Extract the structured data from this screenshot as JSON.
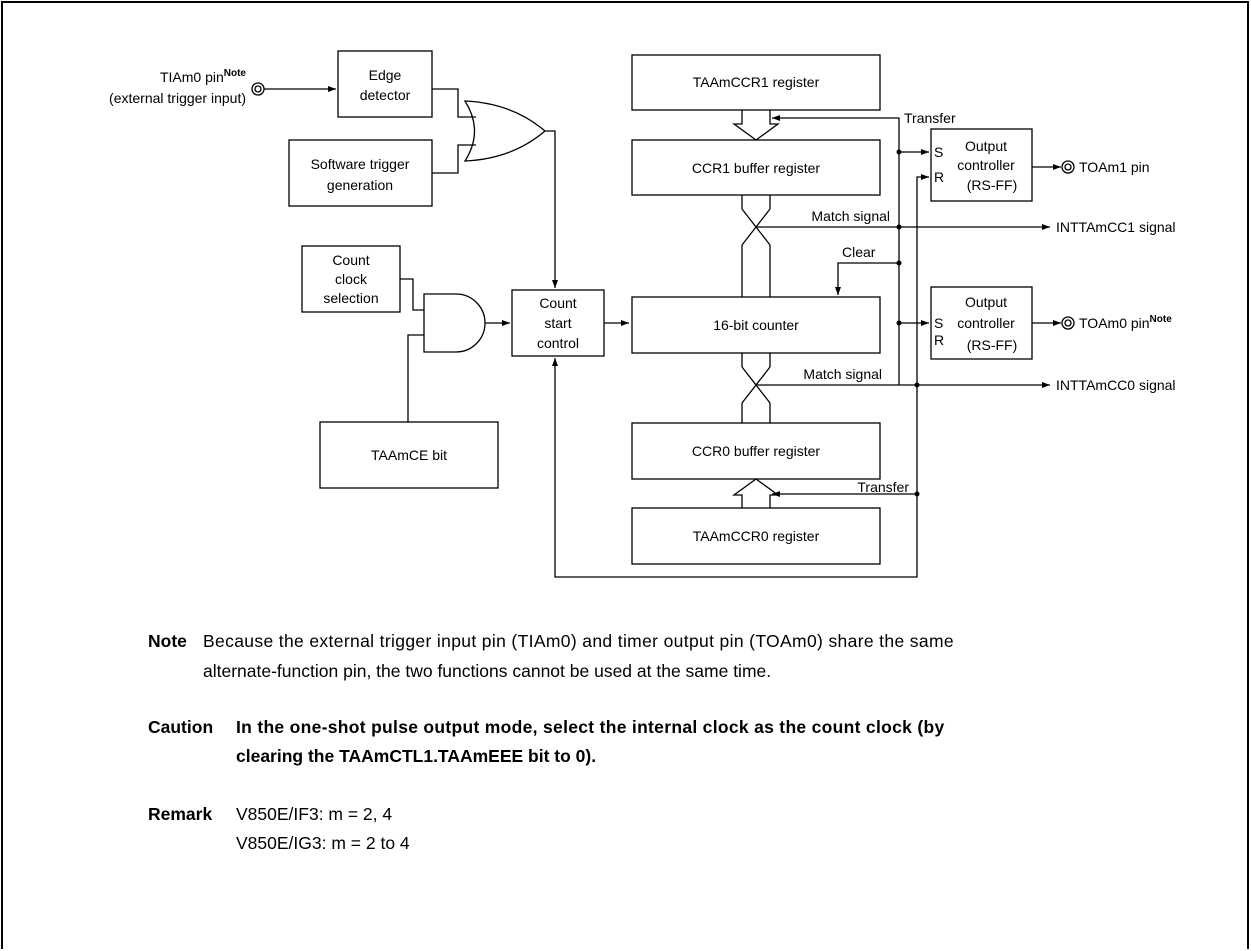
{
  "diagram": {
    "tiam0_pin": "TIAm0 pin",
    "note_sup": "Note",
    "external_trigger_input": "(external trigger input)",
    "edge_detector": [
      "Edge",
      "detector"
    ],
    "software_trigger": [
      "Software trigger",
      "generation"
    ],
    "count_clock_selection": [
      "Count",
      "clock",
      "selection"
    ],
    "taamce_bit": "TAAmCE bit",
    "count_start_control": [
      "Count",
      "start",
      "control"
    ],
    "taamccr1_register": "TAAmCCR1 register",
    "ccr1_buffer_register": "CCR1 buffer register",
    "counter_16bit": "16-bit counter",
    "ccr0_buffer_register": "CCR0 buffer register",
    "taamccr0_register": "TAAmCCR0 register",
    "transfer_top": "Transfer",
    "transfer_bottom": "Transfer",
    "match_signal_top": "Match signal",
    "match_signal_bottom": "Match signal",
    "clear": "Clear",
    "s": "S",
    "r": "R",
    "output_controller1": [
      "Output",
      "controller",
      "(RS-FF)"
    ],
    "output_controller0": [
      "Output",
      "controller",
      "(RS-FF)"
    ],
    "toam1_pin": "TOAm1 pin",
    "toam0_pin": "TOAm0 pin",
    "inttamcc1_signal": "INTTAmCC1 signal",
    "inttamcc0_signal": "INTTAmCC0 signal"
  },
  "notes": {
    "note_label": "Note",
    "note_line1": "Because the external trigger input pin (TIAm0) and timer output pin (TOAm0) share the same",
    "note_line2": "alternate-function pin, the two functions cannot be used at the same time.",
    "caution_label": "Caution",
    "caution_line1": "In the one-shot pulse output mode, select the internal clock as the count clock (by",
    "caution_line2": "clearing the TAAmCTL1.TAAmEEE bit to 0).",
    "remark_label": "Remark",
    "remark_line1": "V850E/IF3: m = 2, 4",
    "remark_line2": "V850E/IG3: m = 2 to 4"
  }
}
